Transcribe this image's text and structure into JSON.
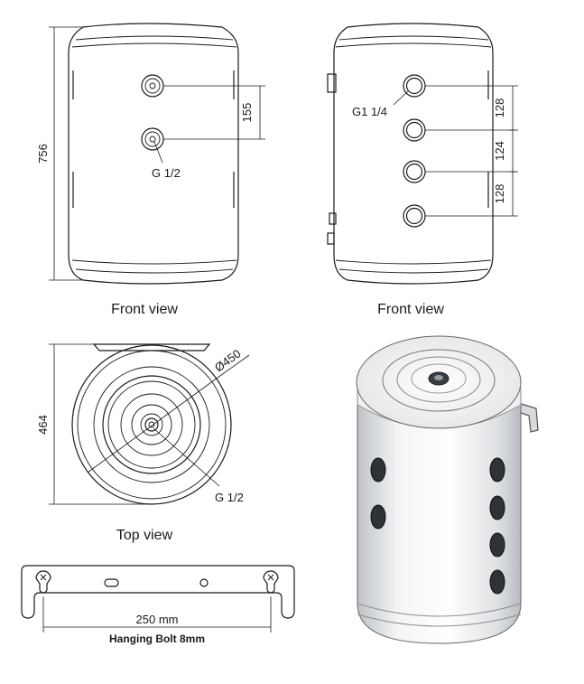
{
  "front_view_left": {
    "caption": "Front view",
    "height_dim": "756",
    "spacing_dim": "155",
    "connection_label": "G 1/2"
  },
  "front_view_right": {
    "caption": "Front view",
    "connection_label": "G1 1/4",
    "spacing_dims": [
      "128",
      "124",
      "128"
    ]
  },
  "top_view": {
    "caption": "Top view",
    "height_dim": "464",
    "diameter_dim": "Ø450",
    "connection_label": "G 1/2"
  },
  "bracket": {
    "width_dim": "250 mm",
    "caption": "Hanging Bolt 8mm"
  }
}
